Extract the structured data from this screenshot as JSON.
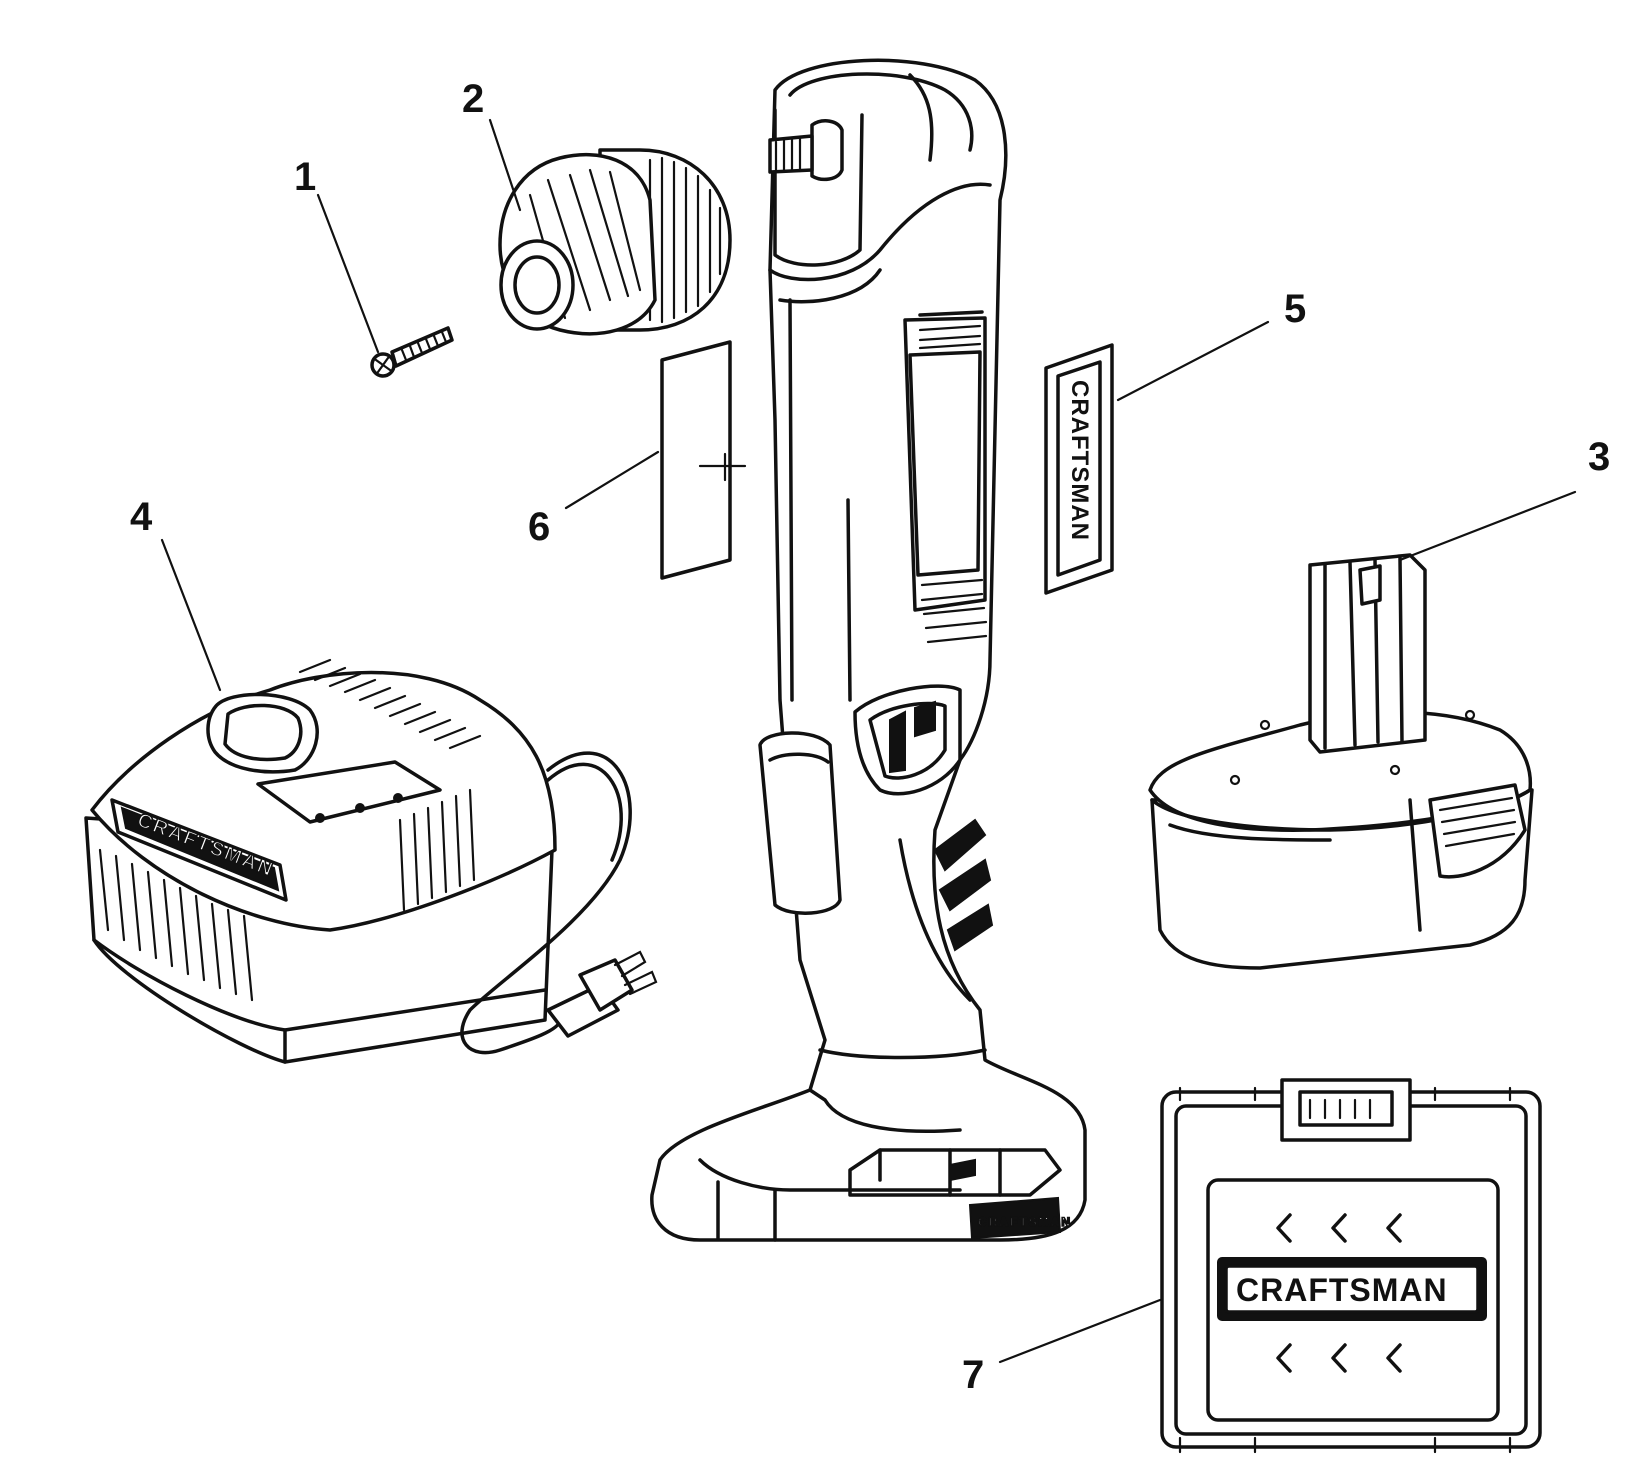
{
  "callouts": [
    {
      "id": 1,
      "label": "1"
    },
    {
      "id": 2,
      "label": "2"
    },
    {
      "id": 3,
      "label": "3"
    },
    {
      "id": 4,
      "label": "4"
    },
    {
      "id": 5,
      "label": "5"
    },
    {
      "id": 6,
      "label": "6"
    },
    {
      "id": 7,
      "label": "7"
    }
  ],
  "branding": {
    "charger_logo": "CRAFTSMAN",
    "decal_logo": "CRAFTSMAN",
    "case_logo": "CRAFTSMAN",
    "drill_base_logo": "CRAFTSMAN"
  }
}
